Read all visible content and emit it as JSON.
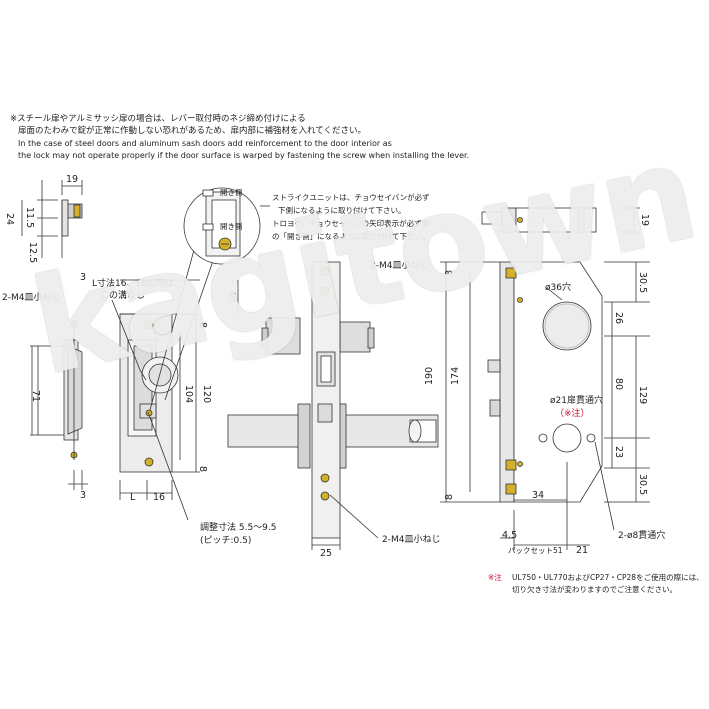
{
  "notes": {
    "jp_line1": "※スチール扉やアルミサッシ扉の場合は、レバー取付時のネジ締め付けによる",
    "jp_line2": "扉面のたわみで錠が正常に作動しない恐れがあるため、扉内部に補強材を入れてください。",
    "en_line1": "In the case of steel doors and aluminum sash doors add reinforcement to the door interior as",
    "en_line2": "the lock may not operate properly if the door surface is warped by fastening the screw when installing the lever."
  },
  "strike_note": {
    "line1": "ストライクユニットは、チョウセイバンが必ず",
    "line2": "下側になるように取り付けて下さい。",
    "line3": "トロヨケ、チョウセイバンの矢印表示が必ず扉",
    "line4": "の「開き側」になるように取り付けて下さい。"
  },
  "detail_labels": {
    "open_side_top": "開き側",
    "open_side_bottom": "開き側"
  },
  "labels": {
    "screw_left": "2-M4皿小ねじ",
    "groove_note_1": "L寸法16、18の時は、",
    "groove_note_2": "この溝なし",
    "adjust_1": "調整寸法 5.5～9.5",
    "adjust_2": "(ピッチ:0.5)",
    "screw_center": "2-M4皿小ねじ",
    "hole36": "ø36穴",
    "hole21": "ø21扉貫通穴",
    "hole21_note": "（※注）",
    "hole8": "2-ø8貫通穴",
    "backset": "バックセット51"
  },
  "dims": {
    "d19a": "19",
    "d11_5": "11.5",
    "d24": "24",
    "d12_5": "12.5",
    "d3a": "3",
    "d71": "71",
    "d3b": "3",
    "d40": "40",
    "d8a": "8",
    "d104": "104",
    "d120": "120",
    "d8b": "8",
    "dL": "L",
    "d16": "16",
    "d25": "25",
    "d190": "190",
    "d174": "174",
    "d8c": "8",
    "d8d": "8",
    "d19b": "19",
    "d30_5a": "30.5",
    "d26": "26",
    "d80": "80",
    "d129": "129",
    "d23": "23",
    "d30_5b": "30.5",
    "d34": "34",
    "d4_5": "4.5",
    "d21": "21"
  },
  "footnote": {
    "mark": "※注",
    "line1": "UL750・UL770およびCP27・CP28をご使用の際には、",
    "line2": "切り欠き寸法が変わりますのでご注意ください。"
  },
  "watermark": "kagitown",
  "colors": {
    "brass": "#d4b12a",
    "steel": "#d9d9d9",
    "line": "#333333",
    "note_red": "#c8102e"
  }
}
